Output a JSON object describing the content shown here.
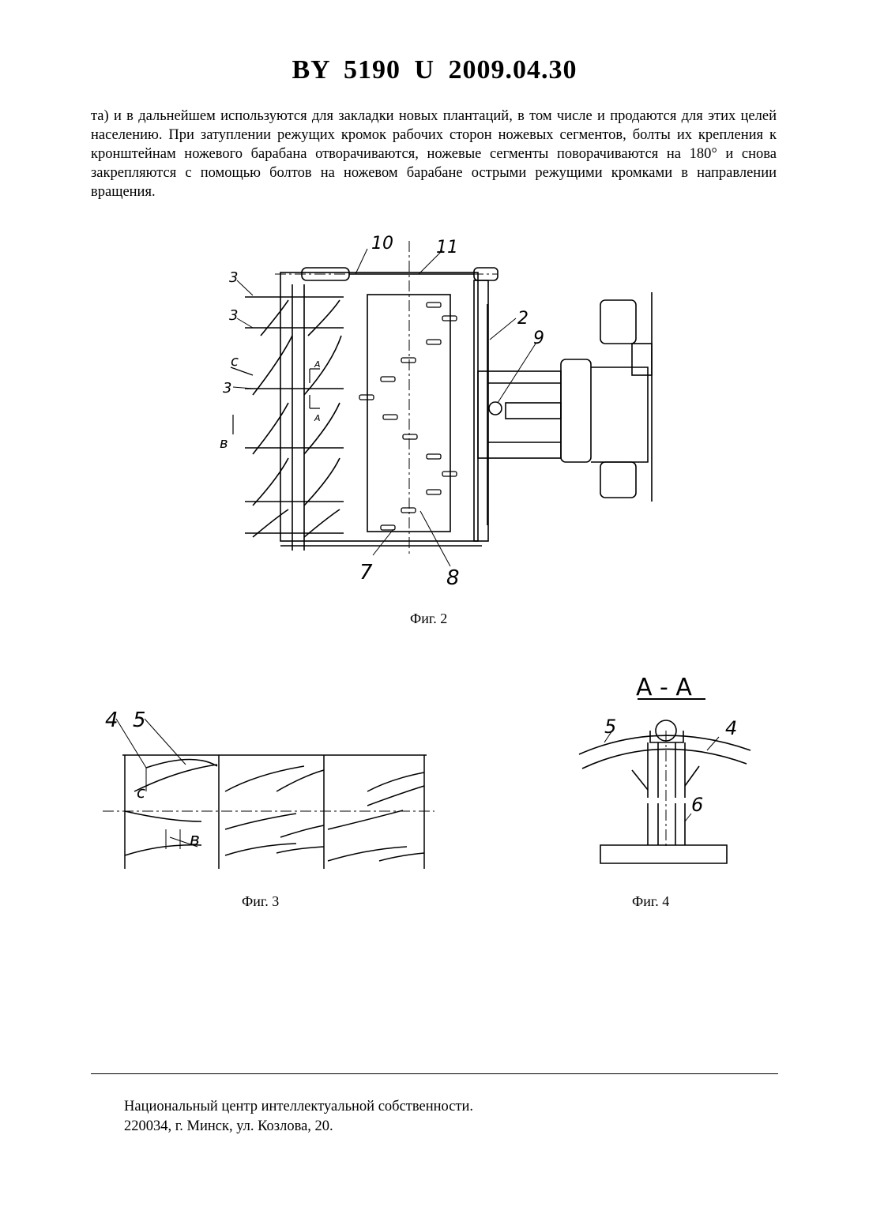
{
  "header": {
    "code": "BY  5190  U  2009.04.30"
  },
  "body_text": "та) и в дальнейшем используются для закладки новых плантаций, в том числе и продаются для этих целей населению. При затуплении режущих кромок рабочих сторон ножевых сегментов, болты их крепления к кронштейнам ножевого барабана отворачиваются, ножевые сегменты поворачиваются на 180° и снова закрепляются с помощью болтов на ножевом барабане острыми режущими кромками в направлении вращения.",
  "figures": {
    "fig2": {
      "caption": "Фиг. 2",
      "labels": [
        "10",
        "11",
        "3",
        "3",
        "3",
        "2",
        "9",
        "c",
        "A",
        "A",
        "в",
        "7",
        "8"
      ]
    },
    "fig3": {
      "caption": "Фиг. 3",
      "labels": [
        "4",
        "5",
        "c",
        "в"
      ]
    },
    "fig4": {
      "caption": "Фиг. 4",
      "section_title": "А - А",
      "labels": [
        "5",
        "4",
        "6"
      ]
    }
  },
  "footer": {
    "line1": "Национальный центр интеллектуальной собственности.",
    "line2": "220034, г. Минск, ул. Козлова, 20."
  }
}
